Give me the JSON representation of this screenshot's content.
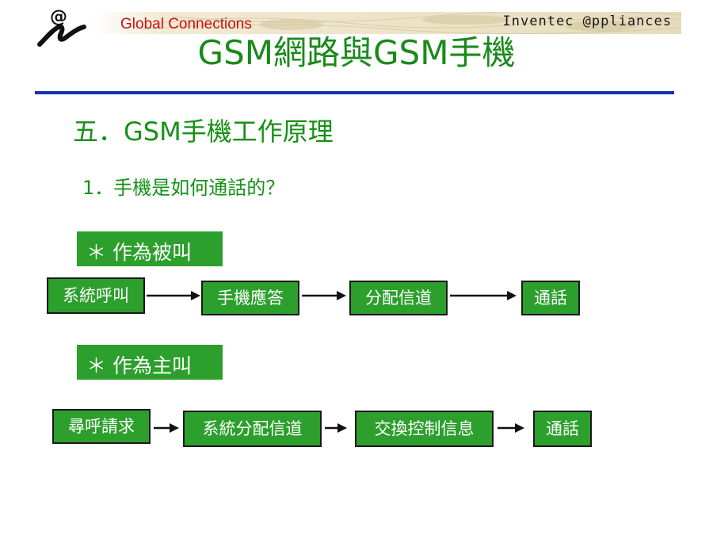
{
  "header": {
    "brand": "Global Connections",
    "company": "Inventec @ppliances",
    "logo_icon": "at-sign-swoosh-logo"
  },
  "slide": {
    "title": "GSM網路與GSM手機",
    "section": "五．GSM手機工作原理",
    "question": "1．手機是如何通話的？"
  },
  "flows": {
    "called": {
      "label": "＊ 作為被叫",
      "steps": [
        "系統呼叫",
        "手機應答",
        "分配信道",
        "通話"
      ]
    },
    "caller": {
      "label": "＊ 作為主叫",
      "steps": [
        "尋呼請求",
        "系統分配信道",
        "交換控制信息",
        "通話"
      ]
    }
  },
  "colors": {
    "title_green": "#1a8a1a",
    "box_green": "#2c9f2c",
    "rule_blue": "#1530b0",
    "brand_red": "#cc1010"
  }
}
